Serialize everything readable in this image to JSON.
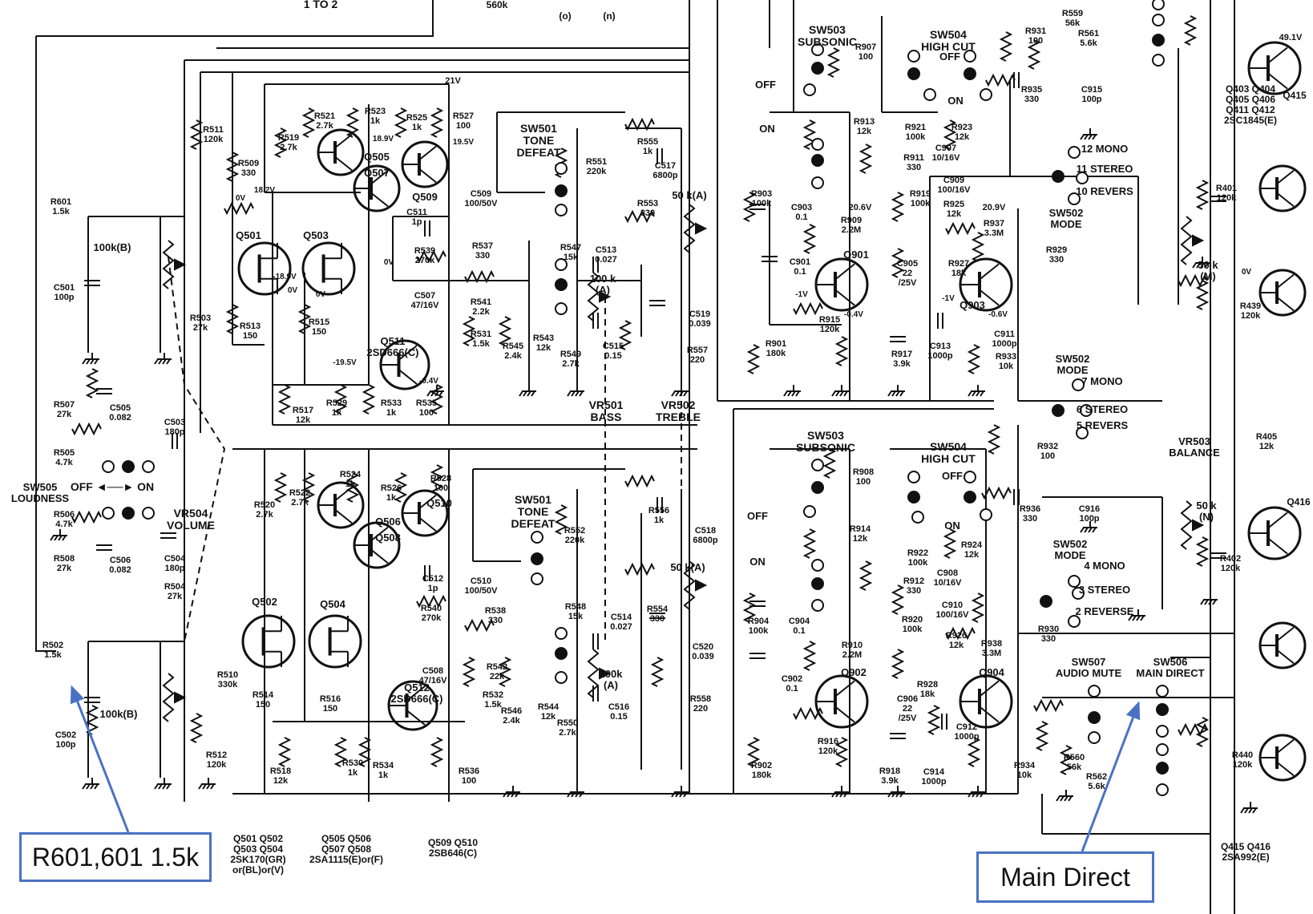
{
  "header_fragments": [
    "1 TO 2",
    "560k",
    "(o)",
    "(n)",
    "21V"
  ],
  "labels": [
    {
      "id": "R511",
      "text": "R511\n120k"
    },
    {
      "id": "R601",
      "text": "R601\n1.5k"
    },
    {
      "id": "VR100kB_top",
      "text": "100k(B)"
    },
    {
      "id": "C501",
      "text": "C501\n100p"
    },
    {
      "id": "R503",
      "text": "R503\n27k"
    },
    {
      "id": "R507",
      "text": "R507\n27k"
    },
    {
      "id": "C505",
      "text": "C505\n0.082"
    },
    {
      "id": "R505",
      "text": "R505\n4.7k"
    },
    {
      "id": "C503",
      "text": "C503\n180p"
    },
    {
      "id": "SW505",
      "text": "SW505\nLOUDNESS"
    },
    {
      "id": "OFFON505",
      "text": "OFF ◄──► ON"
    },
    {
      "id": "R506",
      "text": "R506\n4.7k"
    },
    {
      "id": "R508",
      "text": "R508\n27k"
    },
    {
      "id": "C506",
      "text": "C506\n0.082"
    },
    {
      "id": "C504",
      "text": "C504\n180p"
    },
    {
      "id": "R504",
      "text": "R504\n27k"
    },
    {
      "id": "VR504",
      "text": "VR504\nVOLUME"
    },
    {
      "id": "R502",
      "text": "R502\n1.5k"
    },
    {
      "id": "VR100kB_bot",
      "text": "100k(B)"
    },
    {
      "id": "C502",
      "text": "C502\n100p"
    },
    {
      "id": "R509",
      "text": "R509\n330"
    },
    {
      "id": "R519",
      "text": "R519\n2.7k"
    },
    {
      "id": "R521",
      "text": "R521\n2.7k"
    },
    {
      "id": "R523",
      "text": "R523\n1k"
    },
    {
      "id": "R525",
      "text": "R525\n1k"
    },
    {
      "id": "R527",
      "text": "R527\n100"
    },
    {
      "id": "Q505",
      "text": "Q505"
    },
    {
      "id": "Q507",
      "text": "Q507"
    },
    {
      "id": "Q509",
      "text": "Q509"
    },
    {
      "id": "Q501",
      "text": "Q501"
    },
    {
      "id": "Q503",
      "text": "Q503"
    },
    {
      "id": "C511",
      "text": "C511\n1p"
    },
    {
      "id": "R539",
      "text": "R539\n270k"
    },
    {
      "id": "C507",
      "text": "C507\n47/16V"
    },
    {
      "id": "C509",
      "text": "C509\n100/50V"
    },
    {
      "id": "R537",
      "text": "R537\n330"
    },
    {
      "id": "R541",
      "text": "R541\n2.2k"
    },
    {
      "id": "R531",
      "text": "R531\n1.5k"
    },
    {
      "id": "Q511",
      "text": "Q511\n2SD666(C)"
    },
    {
      "id": "R513",
      "text": "R513\n150"
    },
    {
      "id": "R515",
      "text": "R515\n150"
    },
    {
      "id": "R517",
      "text": "R517\n12k"
    },
    {
      "id": "R529",
      "text": "R529\n1k"
    },
    {
      "id": "R533",
      "text": "R533\n1k"
    },
    {
      "id": "R535",
      "text": "R535\n100"
    },
    {
      "id": "SW501a",
      "text": "SW501\nTONE\nDEFEAT"
    },
    {
      "id": "R551",
      "text": "R551\n220k"
    },
    {
      "id": "R555",
      "text": "R555\n1k"
    },
    {
      "id": "C517",
      "text": "C517\n6800p"
    },
    {
      "id": "VR502_val_top",
      "text": "50 k(A)"
    },
    {
      "id": "R553",
      "text": "R553\n330"
    },
    {
      "id": "R547",
      "text": "R547\n15k"
    },
    {
      "id": "C513",
      "text": "C513\n0.027"
    },
    {
      "id": "VR501_val_top",
      "text": "100 k\n(A)"
    },
    {
      "id": "R543",
      "text": "R543\n12k"
    },
    {
      "id": "R545",
      "text": "R545\n2.4k"
    },
    {
      "id": "R549",
      "text": "R549\n2.7k"
    },
    {
      "id": "C515",
      "text": "C515\n0.15"
    },
    {
      "id": "C519",
      "text": "C519\n0.039"
    },
    {
      "id": "R557",
      "text": "R557\n220"
    },
    {
      "id": "VR501",
      "text": "VR501\nBASS"
    },
    {
      "id": "VR502",
      "text": "VR502\nTREBLE"
    },
    {
      "id": "R520",
      "text": "R520\n2.7k"
    },
    {
      "id": "R522",
      "text": "R522\n2.7k"
    },
    {
      "id": "R524",
      "text": "R524\n1k"
    },
    {
      "id": "R526",
      "text": "R526\n1k"
    },
    {
      "id": "R528",
      "text": "R528\n100"
    },
    {
      "id": "Q506",
      "text": "Q506"
    },
    {
      "id": "Q508",
      "text": "Q508"
    },
    {
      "id": "Q510",
      "text": "Q510"
    },
    {
      "id": "Q502",
      "text": "Q502"
    },
    {
      "id": "Q504",
      "text": "Q504"
    },
    {
      "id": "C512",
      "text": "C512\n1p"
    },
    {
      "id": "R540",
      "text": "R540\n270k"
    },
    {
      "id": "C508",
      "text": "C508\n47/16V"
    },
    {
      "id": "C510",
      "text": "C510\n100/50V"
    },
    {
      "id": "R538",
      "text": "R538\n330"
    },
    {
      "id": "R542",
      "text": "R542\n22k"
    },
    {
      "id": "R532",
      "text": "R532\n1.5k"
    },
    {
      "id": "Q512",
      "text": "Q512\n2SD666(C)"
    },
    {
      "id": "R510",
      "text": "R510\n330k"
    },
    {
      "id": "R514",
      "text": "R514\n150"
    },
    {
      "id": "R516",
      "text": "R516\n150"
    },
    {
      "id": "R512",
      "text": "R512\n120k"
    },
    {
      "id": "R518",
      "text": "R518\n12k"
    },
    {
      "id": "R530",
      "text": "R530\n1k"
    },
    {
      "id": "R534",
      "text": "R534\n1k"
    },
    {
      "id": "R536",
      "text": "R536\n100"
    },
    {
      "id": "SW501b",
      "text": "SW501\nTONE\nDEFEAT"
    },
    {
      "id": "R552",
      "text": "R552\n220k"
    },
    {
      "id": "R556",
      "text": "R556\n1k"
    },
    {
      "id": "C518",
      "text": "C518\n6800p"
    },
    {
      "id": "VR502_val_bot",
      "text": "50 k(A)"
    },
    {
      "id": "R554",
      "text": "R554\n330"
    },
    {
      "id": "R548",
      "text": "R548\n15k"
    },
    {
      "id": "C514",
      "text": "C514\n0.027"
    },
    {
      "id": "VR501_val_bot",
      "text": "100k\n(A)"
    },
    {
      "id": "R544",
      "text": "R544\n12k"
    },
    {
      "id": "R546",
      "text": "R546\n2.4k"
    },
    {
      "id": "R550",
      "text": "R550\n2.7k"
    },
    {
      "id": "C516",
      "text": "C516\n0.15"
    },
    {
      "id": "C520",
      "text": "C520\n0.039"
    },
    {
      "id": "R558",
      "text": "R558\n220"
    },
    {
      "id": "SW503a",
      "text": "SW503\nSUBSONIC"
    },
    {
      "id": "R907",
      "text": "R907\n100"
    },
    {
      "id": "SW504a",
      "text": "SW504\nHIGH CUT"
    },
    {
      "id": "OFF_a",
      "text": "OFF"
    },
    {
      "id": "ON_a",
      "text": "ON"
    },
    {
      "id": "OFF_sub_a",
      "text": "OFF"
    },
    {
      "id": "ON_sub_a",
      "text": "ON"
    },
    {
      "id": "R913",
      "text": "R913\n12k"
    },
    {
      "id": "R921",
      "text": "R921\n100k"
    },
    {
      "id": "C907",
      "text": "C907\n10/16V"
    },
    {
      "id": "R923",
      "text": "R923\n12k"
    },
    {
      "id": "C909",
      "text": "C909\n100/16V"
    },
    {
      "id": "R911",
      "text": "R911\n330"
    },
    {
      "id": "R903",
      "text": "R903\n100k"
    },
    {
      "id": "C903",
      "text": "C903\n0.1"
    },
    {
      "id": "V206",
      "text": "20.6V"
    },
    {
      "id": "R909",
      "text": "R909\n2.2M"
    },
    {
      "id": "C901",
      "text": "C901\n0.1"
    },
    {
      "id": "Q901",
      "text": "Q901"
    },
    {
      "id": "C905",
      "text": "C905\n22\n/25V"
    },
    {
      "id": "R901",
      "text": "R901\n180k"
    },
    {
      "id": "R915",
      "text": "R915\n120k"
    },
    {
      "id": "R917",
      "text": "R917\n3.9k"
    },
    {
      "id": "R919",
      "text": "R919\n100k"
    },
    {
      "id": "R925",
      "text": "R925\n12k"
    },
    {
      "id": "V209",
      "text": "20.9V"
    },
    {
      "id": "R937",
      "text": "R937\n3.3M"
    },
    {
      "id": "R927",
      "text": "R927\n18k"
    },
    {
      "id": "Q903",
      "text": "Q903"
    },
    {
      "id": "C911",
      "text": "C911\n1000p"
    },
    {
      "id": "C913",
      "text": "C913\n1000p"
    },
    {
      "id": "R933",
      "text": "R933\n10k"
    },
    {
      "id": "R929",
      "text": "R929\n330"
    },
    {
      "id": "R931",
      "text": "R931\n100"
    },
    {
      "id": "R559",
      "text": "R559\n56k"
    },
    {
      "id": "R561",
      "text": "R561\n5.6k"
    },
    {
      "id": "R935",
      "text": "R935\n330"
    },
    {
      "id": "C915",
      "text": "C915\n100p"
    },
    {
      "id": "SW502a_pos12",
      "text": "12 MONO"
    },
    {
      "id": "SW502a_pos11",
      "text": "11 STEREO"
    },
    {
      "id": "SW502a_pos10",
      "text": "10 REVERS"
    },
    {
      "id": "SW502a",
      "text": "SW502\nMODE"
    },
    {
      "id": "VR_M",
      "text": "50 k\n(M)"
    },
    {
      "id": "SW503b",
      "text": "SW503\nSUBSONIC"
    },
    {
      "id": "R908",
      "text": "R908\n100"
    },
    {
      "id": "SW504b",
      "text": "SW504\nHIGH CUT"
    },
    {
      "id": "OFF_b",
      "text": "OFF"
    },
    {
      "id": "ON_b",
      "text": "ON"
    },
    {
      "id": "OFF_sub_b",
      "text": "OFF"
    },
    {
      "id": "ON_sub_b",
      "text": "ON"
    },
    {
      "id": "R914",
      "text": "R914\n12k"
    },
    {
      "id": "R922",
      "text": "R922\n100k"
    },
    {
      "id": "C908",
      "text": "C908\n10/16V"
    },
    {
      "id": "R924",
      "text": "R924\n12k"
    },
    {
      "id": "C910",
      "text": "C910\n100/16V"
    },
    {
      "id": "R912",
      "text": "R912\n330"
    },
    {
      "id": "R904",
      "text": "R904\n100k"
    },
    {
      "id": "C904",
      "text": "C904\n0.1"
    },
    {
      "id": "R910",
      "text": "R910\n2.2M"
    },
    {
      "id": "C902",
      "text": "C902\n0.1"
    },
    {
      "id": "Q902",
      "text": "Q902"
    },
    {
      "id": "C906",
      "text": "C906\n22\n/25V"
    },
    {
      "id": "R902",
      "text": "R902\n180k"
    },
    {
      "id": "R916",
      "text": "R916\n120k"
    },
    {
      "id": "R918",
      "text": "R918\n3.9k"
    },
    {
      "id": "R920",
      "text": "R920\n100k"
    },
    {
      "id": "R926",
      "text": "R926\n12k"
    },
    {
      "id": "R938",
      "text": "R938\n3.3M"
    },
    {
      "id": "R928",
      "text": "R928\n18k"
    },
    {
      "id": "Q904",
      "text": "Q904"
    },
    {
      "id": "C912",
      "text": "C912\n1000p"
    },
    {
      "id": "C914",
      "text": "C914\n1000p"
    },
    {
      "id": "R934",
      "text": "R934\n10k"
    },
    {
      "id": "R930",
      "text": "R930\n330"
    },
    {
      "id": "R932",
      "text": "R932\n100"
    },
    {
      "id": "R936",
      "text": "R936\n330"
    },
    {
      "id": "C916",
      "text": "C916\n100p"
    },
    {
      "id": "SW502b_top",
      "text": "SW502\nMODE"
    },
    {
      "id": "SW502b_pos7",
      "text": "7 MONO"
    },
    {
      "id": "SW502b_pos6",
      "text": "6 STEREO"
    },
    {
      "id": "SW502b_pos5",
      "text": "5 REVERS"
    },
    {
      "id": "VR503",
      "text": "VR503\nBALANCE"
    },
    {
      "id": "VR_N",
      "text": "50 k\n(N)"
    },
    {
      "id": "SW502c",
      "text": "SW502\nMODE"
    },
    {
      "id": "SW502c_pos4",
      "text": "4 MONO"
    },
    {
      "id": "SW502c_pos3",
      "text": "3 STEREO"
    },
    {
      "id": "SW502c_pos2",
      "text": "2 REVERSE"
    },
    {
      "id": "SW507",
      "text": "SW507\nAUDIO MUTE"
    },
    {
      "id": "SW506",
      "text": "SW506\nMAIN DIRECT"
    },
    {
      "id": "R560",
      "text": "R560\n56k"
    },
    {
      "id": "R562",
      "text": "R562\n5.6k"
    },
    {
      "id": "Q403",
      "text": "Q403 Q404\nQ405 Q406\nQ411 Q412\n2SC1845(E)"
    },
    {
      "id": "V491",
      "text": "49.1V"
    },
    {
      "id": "Q415",
      "text": "Q415"
    },
    {
      "id": "Q416",
      "text": "Q416"
    },
    {
      "id": "R401",
      "text": "R401\n120k"
    },
    {
      "id": "R402",
      "text": "R402\n120k"
    },
    {
      "id": "R405",
      "text": "R405\n12k"
    },
    {
      "id": "R439",
      "text": "R439\n120k"
    },
    {
      "id": "R440",
      "text": "R440\n120k"
    },
    {
      "id": "Q415Q416",
      "text": "Q415 Q416\n2SA992(E)"
    },
    {
      "id": "parts1",
      "text": "Q501 Q502\nQ503 Q504\n2SK170(GR)\nor(BL)or(V)"
    },
    {
      "id": "parts2",
      "text": "Q505 Q506\nQ507 Q508\n2SA1115(E)or(F)"
    },
    {
      "id": "parts3",
      "text": "Q509 Q510\n2SB646(C)"
    }
  ],
  "voltages": [
    "18.9V",
    "19.5V",
    "18.2V",
    "0V",
    "0V",
    "0V",
    "0V",
    "-18.9V",
    "-19.5V",
    "-0.4V",
    "-1V",
    "-0.4V",
    "-1V",
    "-0.6V",
    "0V"
  ],
  "callouts": {
    "r601": "R601,601 1.5k",
    "main_direct": "Main Direct"
  }
}
